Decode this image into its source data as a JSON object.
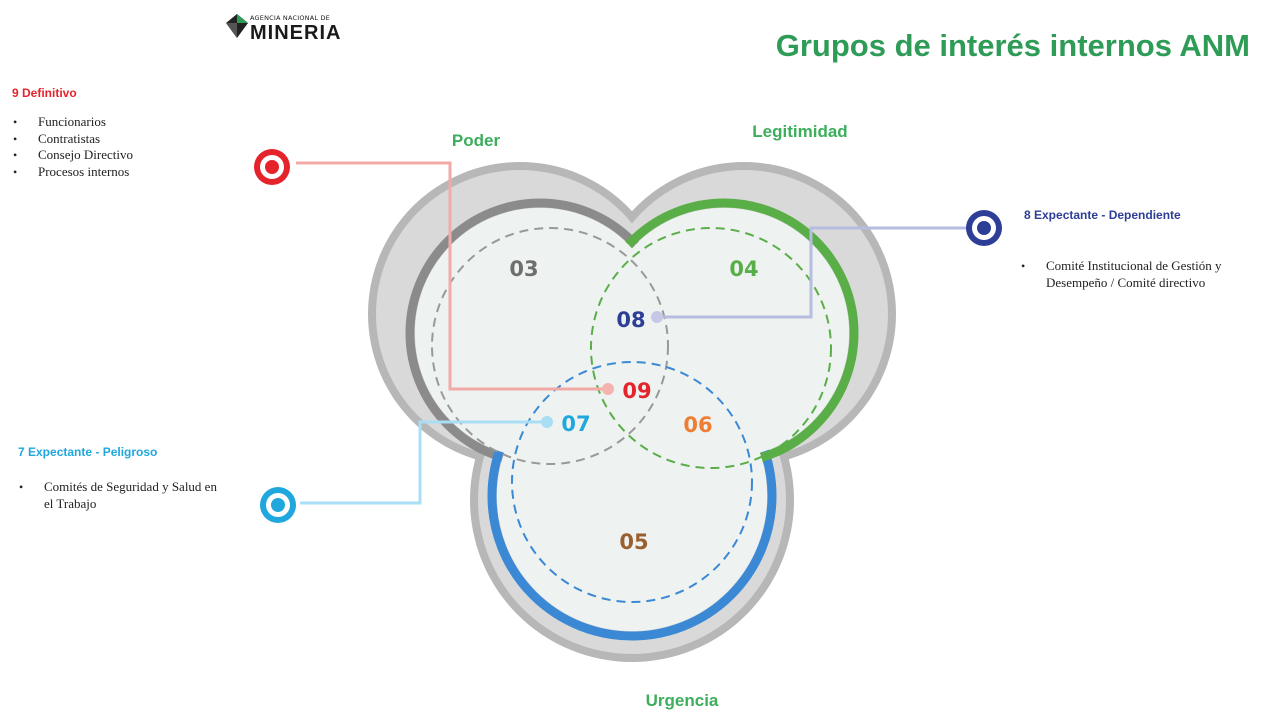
{
  "logo": {
    "top_text": "AGENCIA NACIONAL DE",
    "name": "MINERIA"
  },
  "title": "Grupos de interés internos ANM",
  "axes": {
    "poder": "Poder",
    "legitimidad": "Legitimidad",
    "urgencia": "Urgencia"
  },
  "regions": {
    "r03": "03",
    "r04": "04",
    "r05": "05",
    "r06": "06",
    "r07": "07",
    "r08": "08",
    "r09": "09"
  },
  "groups": {
    "g9": {
      "heading": "9 Definitivo",
      "items": [
        "Funcionarios",
        "Contratistas",
        "Consejo Directivo",
        "Procesos internos"
      ]
    },
    "g8": {
      "heading": "8 Expectante - Dependiente",
      "items": [
        "Comité Institucional de Gestión y Desempeño / Comité directivo"
      ]
    },
    "g7": {
      "heading": "7 Expectante - Peligroso",
      "items": [
        "Comités de Seguridad y Salud en el Trabajo"
      ]
    }
  },
  "colors": {
    "title_green": "#2e9c57",
    "definitivo_red": "#e4232b",
    "dependiente_navy": "#2d3e96",
    "peligroso_cyan": "#20a7dd",
    "legitimidad_green": "#5aae48",
    "urgencia_blue": "#3b88d5",
    "poder_gray": "#8b8b8b",
    "region05_brown": "#9a5f2e",
    "region06_orange": "#ef7d33",
    "region03_gray": "#6e6e6e"
  }
}
